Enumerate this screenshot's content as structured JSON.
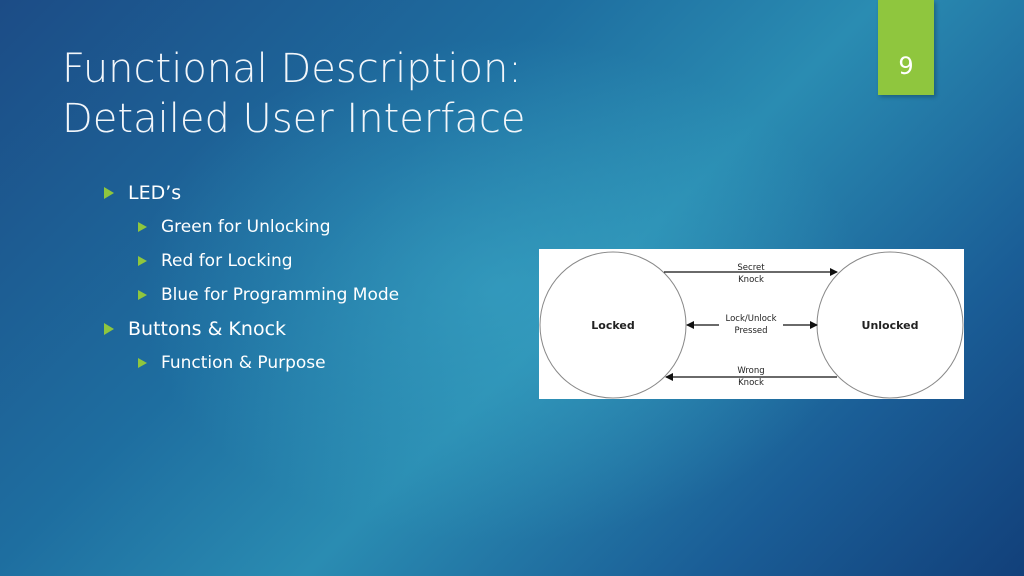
{
  "slide": {
    "number": "9",
    "title_line1": "Functional Description:",
    "title_line2": "Detailed User Interface",
    "bullets": [
      {
        "text": "LED’s",
        "children": [
          "Green for Unlocking",
          "Red for Locking",
          "Blue for Programming Mode"
        ]
      },
      {
        "text": "Buttons & Knock",
        "children": [
          "Function & Purpose"
        ]
      }
    ],
    "accent_color": "#8fc63e"
  },
  "diagram": {
    "states": [
      "Locked",
      "Unlocked"
    ],
    "transitions": [
      {
        "from": "Locked",
        "to": "Unlocked",
        "label_line1": "Secret",
        "label_line2": "Knock"
      },
      {
        "from": "Locked",
        "to": "Unlocked",
        "bidirectional": true,
        "label_line1": "Lock/Unlock",
        "label_line2": "Pressed"
      },
      {
        "from": "Unlocked",
        "to": "Locked",
        "label_line1": "Wrong",
        "label_line2": "Knock"
      }
    ]
  }
}
